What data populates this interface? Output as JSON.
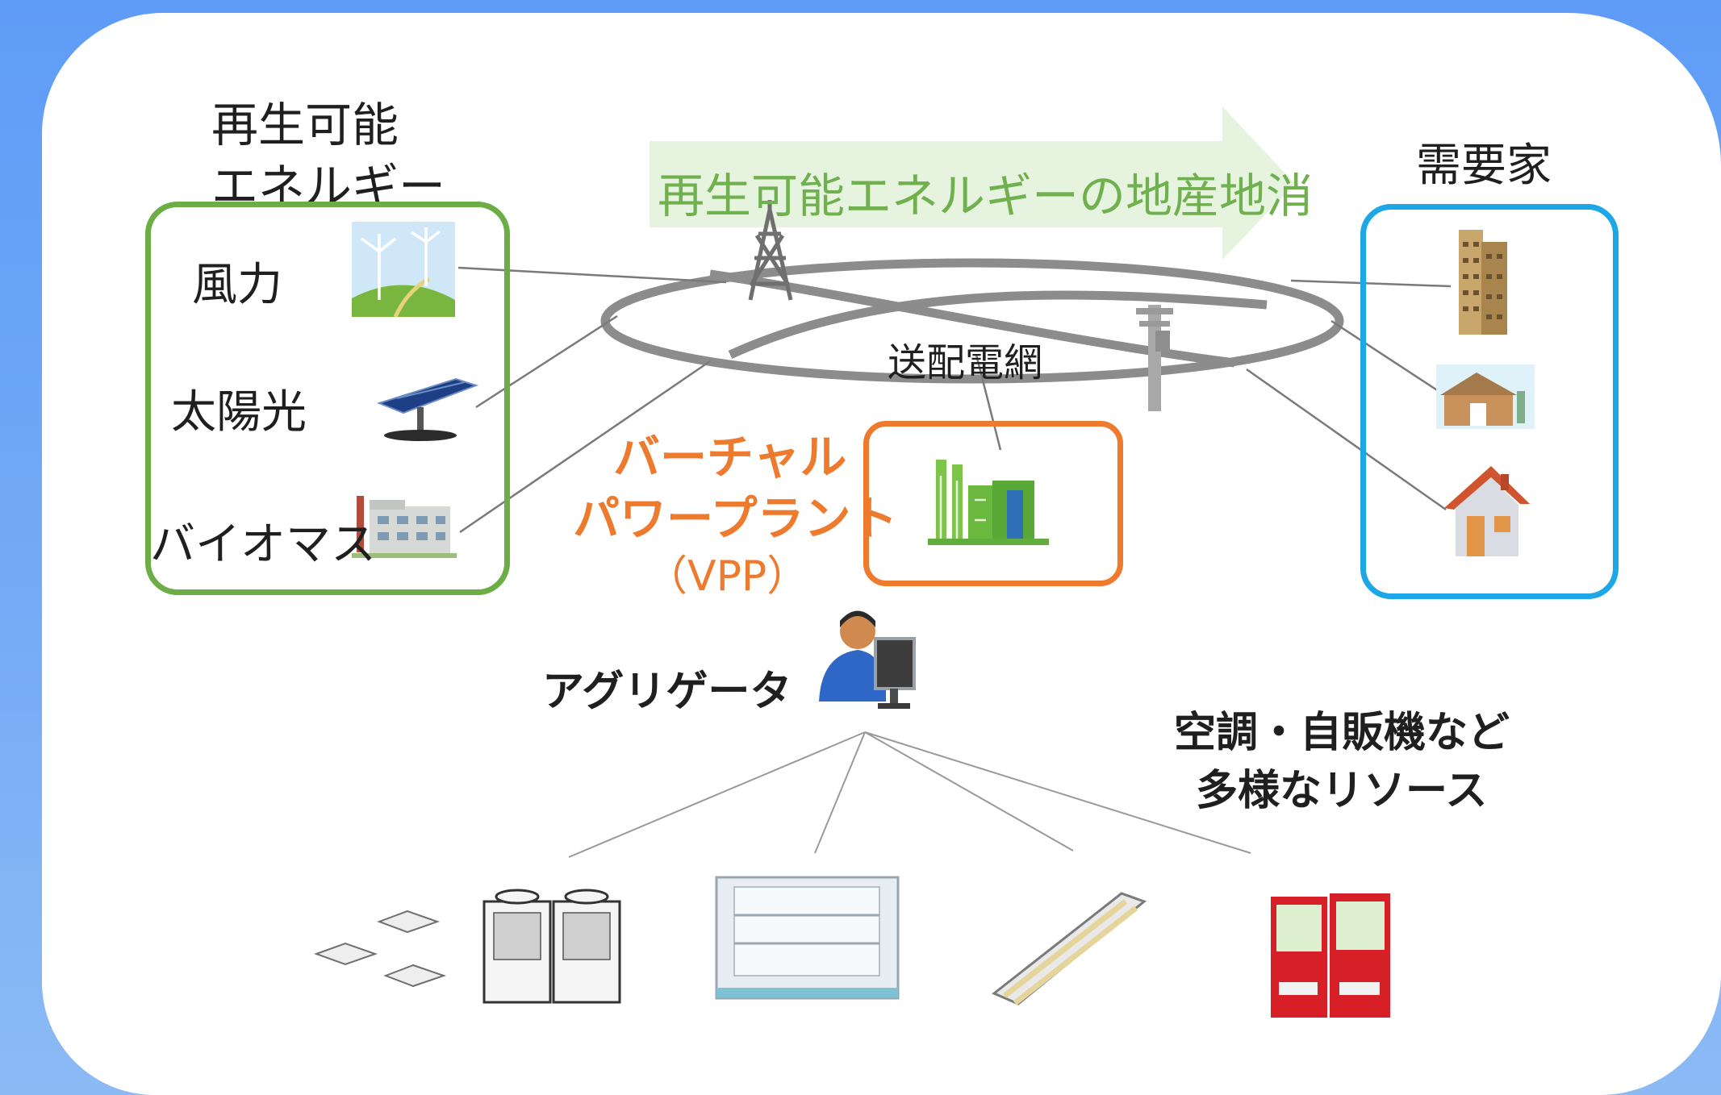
{
  "renewable": {
    "heading_line1": "再生可能",
    "heading_line2": "エネルギー",
    "wind_label": "風力",
    "solar_label": "太陽光",
    "biomass_label": "バイオマス"
  },
  "banner": {
    "text": "再生可能エネルギーの地産地消"
  },
  "grid": {
    "label": "送配電網"
  },
  "vpp": {
    "line1": "バーチャル",
    "line2": "パワープラント",
    "line3": "（VPP）"
  },
  "consumers": {
    "heading": "需要家"
  },
  "aggregator": {
    "label": "アグリゲータ"
  },
  "resources": {
    "line1": "空調・自販機など",
    "line2": "多様なリソース"
  },
  "colors": {
    "renewable_border": "#6cad45",
    "consumer_border": "#1ea7e6",
    "vpp_border": "#ee7a2e",
    "vpp_text": "#ee7a2e",
    "banner_fill": "#e6f3de",
    "banner_text": "#70b04f",
    "grid_ring": "#8c8c8c"
  },
  "icons": {
    "wind": "wind-turbine-icon",
    "solar": "solar-panel-icon",
    "biomass": "biomass-plant-icon",
    "tower": "transmission-tower-icon",
    "pole": "utility-pole-icon",
    "factory": "power-plant-icon",
    "building": "apartment-building-icon",
    "warehouse": "warehouse-icon",
    "house": "house-icon",
    "aggregator": "operator-at-computer-icon",
    "aircon": "air-conditioner-icon",
    "showcase": "refrigerated-showcase-icon",
    "light": "fluorescent-light-icon",
    "vending": "vending-machine-icon"
  }
}
